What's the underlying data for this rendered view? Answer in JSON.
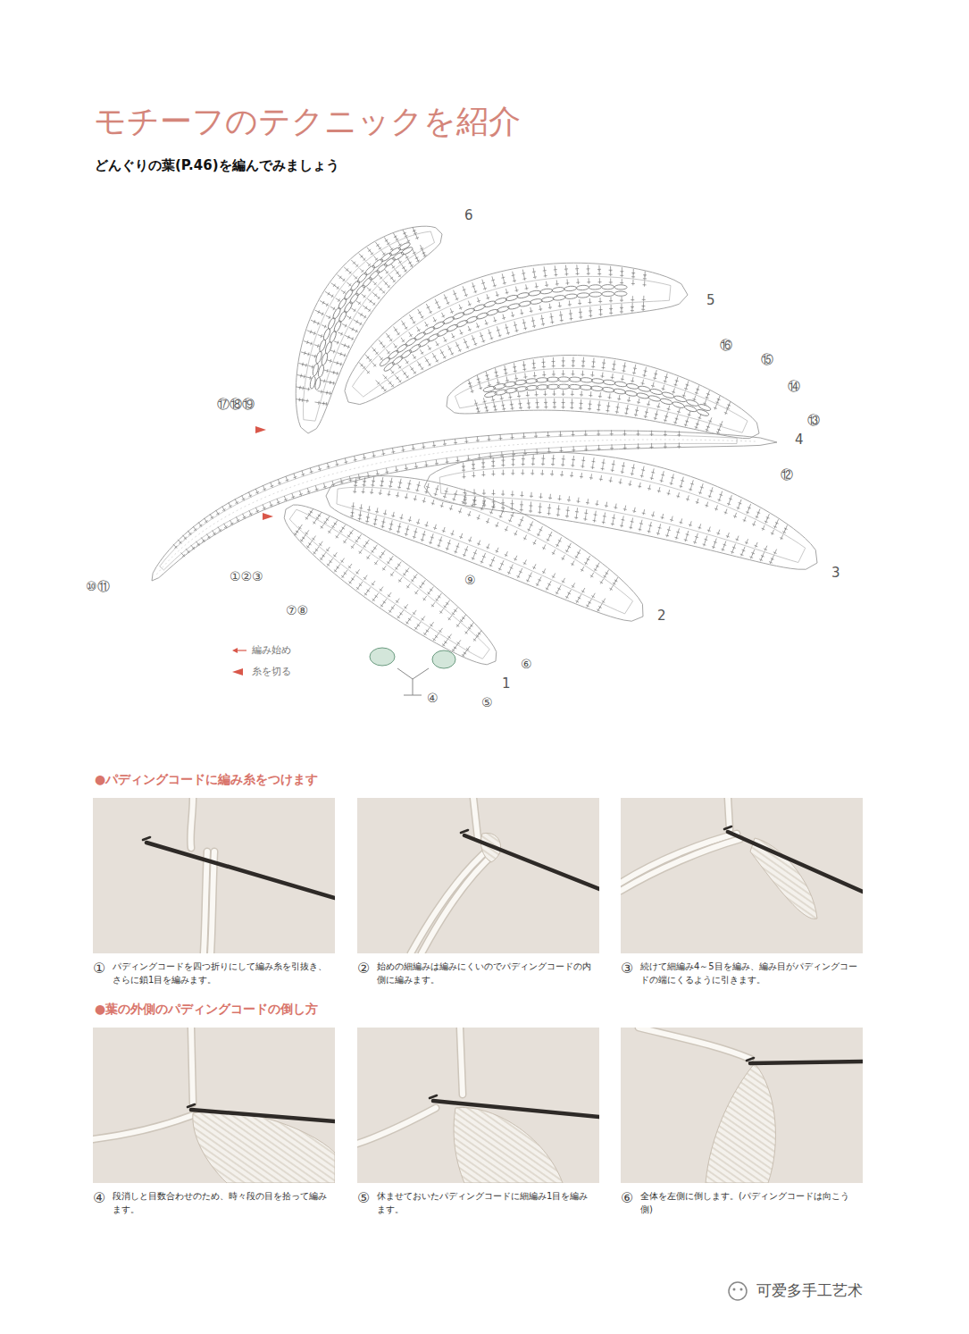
{
  "diagram": {
    "title": "モチーフのテクニックを紹介",
    "nodes": [
      {
        "text": [
          "①",
          "パディングコードを四つ折りにして編み糸を引抜き、さらに鎖1目を編みます。"
        ]
      },
      {
        "text": [
          "②",
          "始めの細編みは編みにくいのでパディングコードの内側に編みます。"
        ]
      },
      {
        "text": [
          "③",
          "続けて細編み4～5目を編み、編み目がパディングコードの端にくるように引きます。"
        ]
      },
      {
        "text": [
          "④",
          "段消しと目数合わせのため、時々段の目を拾って編みます。"
        ]
      },
      {
        "text": [
          "⑤",
          "休ませておいたパディングコードに細編み1目を編みます。"
        ]
      },
      {
        "text": [
          "⑥",
          "全体を左側に倒します。(パディングコードは向こう側)"
        ]
      }
    ],
    "labels": [
      "どんぐりの葉(P.46)を編んでみましょう",
      "6",
      "5",
      "⑯",
      "⑮",
      "⑭",
      "⑬",
      "⑰⑱⑲",
      "4",
      "⑫",
      "3",
      "①②③",
      "⑩⑪",
      "⑨",
      "⑦⑧",
      "2",
      "⑥",
      "1",
      "④",
      "⑤",
      "●パディングコードに編み糸をつけます",
      "●葉の外側のパディングコードの倒し方",
      "可爱多手工艺术"
    ],
    "legend": [
      {
        "text": "編み始め"
      },
      {
        "text": "糸を切る"
      }
    ]
  }
}
